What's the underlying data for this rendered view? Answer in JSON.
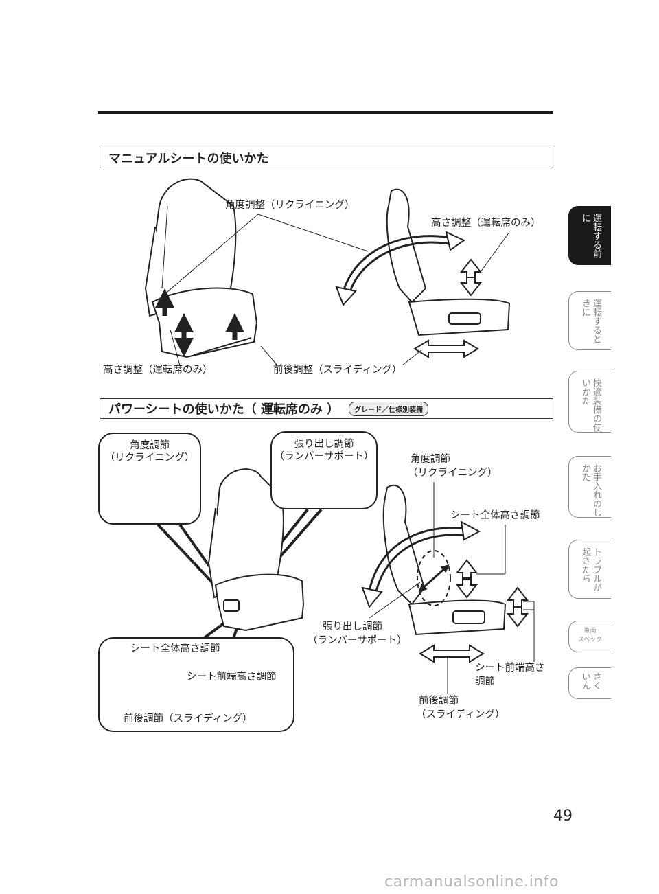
{
  "page_number": "49",
  "manual_section": {
    "title": "マニュアルシートの使いかた",
    "labels": {
      "recline": "角度調整（リクライニング）",
      "height_right": "高さ調整（運転席のみ）",
      "height_left": "高さ調整（運転席のみ）",
      "slide": "前後調整（スライディング）"
    }
  },
  "power_section": {
    "title": "パワーシートの使いかた（ 運転席のみ ）",
    "badge": "グレード／仕様別装備",
    "callout_recline": {
      "line1": "角度調節",
      "line2": "（リクライニング）"
    },
    "callout_lumbar": {
      "line1": "張り出し調節",
      "line2": "（ランバーサポート）"
    },
    "callout_bottom": {
      "height": "シート全体高さ調節",
      "front": "シート前端高さ調節",
      "slide": "前後調節（スライディング）"
    },
    "right_labels": {
      "recline_line1": "角度調節",
      "recline_line2": "（リクライニング）",
      "height": "シート全体高さ調節",
      "lumbar_line1": "張り出し調節",
      "lumbar_line2": "（ランバーサポート）",
      "front_line1": "シート前端高さ",
      "front_line2": "調節",
      "slide_line1": "前後調節",
      "slide_line2": "（スライディング）"
    }
  },
  "side_tabs": [
    {
      "label": "運転する前に",
      "active": true
    },
    {
      "label": "運転するときに",
      "active": false
    },
    {
      "label": "快適装備の使いかた",
      "active": false
    },
    {
      "label": "お手入れのしかた",
      "active": false
    },
    {
      "label": "トラブルが起きたら",
      "active": false
    },
    {
      "label_line1": "車両",
      "label_line2": "スペック",
      "active": false
    },
    {
      "label": "さくいん",
      "active": false
    }
  ],
  "footer": "carmanualsonline.info"
}
